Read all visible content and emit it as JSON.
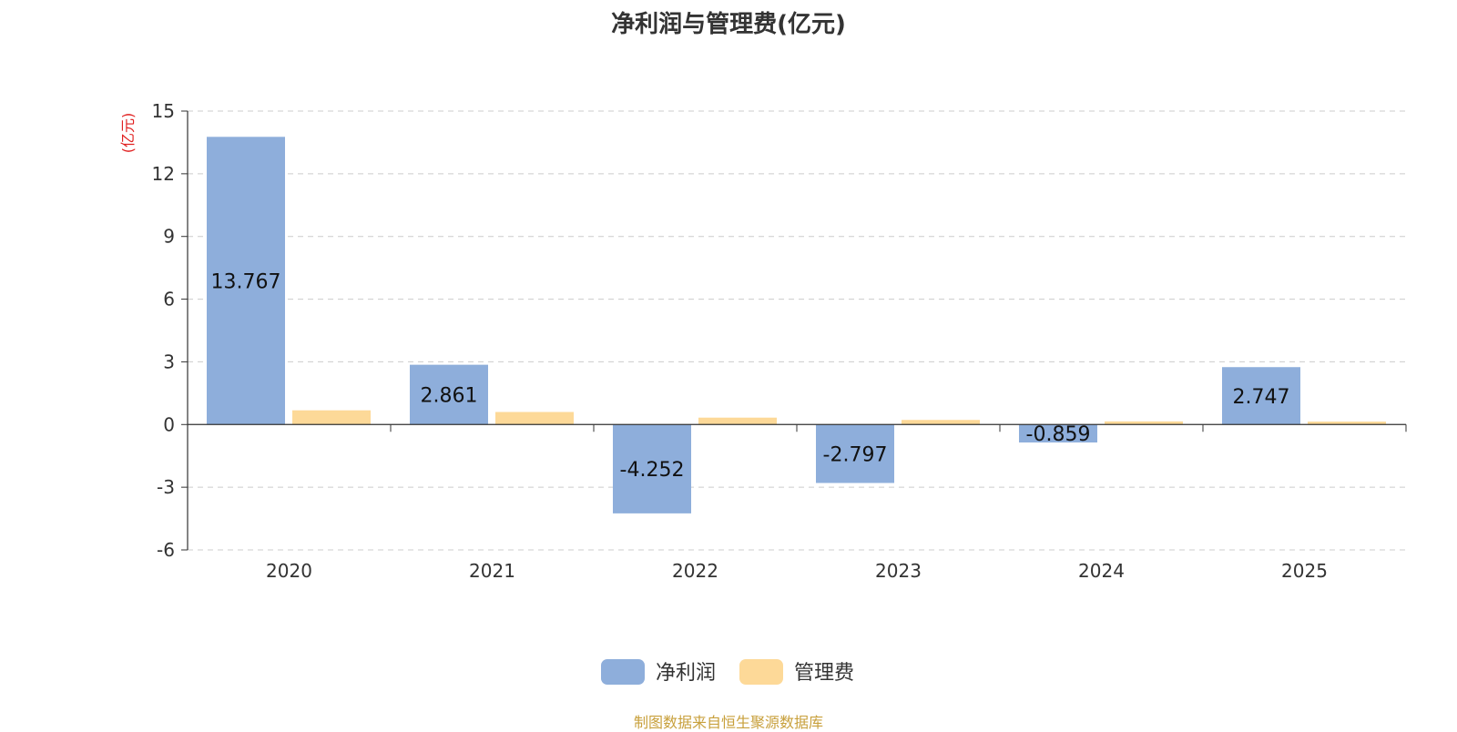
{
  "chart_data": {
    "type": "bar",
    "title": "净利润与管理费(亿元)",
    "ylabel": "(亿元)",
    "categories": [
      "2020",
      "2021",
      "2022",
      "2023",
      "2024",
      "2025"
    ],
    "series": [
      {
        "name": "净利润",
        "color": "#8eaedb",
        "values": [
          13.767,
          2.861,
          -4.252,
          -2.797,
          -0.859,
          2.747
        ],
        "labels": [
          "13.767",
          "2.861",
          "-4.252",
          "-2.797",
          "-0.859",
          "2.747"
        ]
      },
      {
        "name": "管理费",
        "color": "#fdd998",
        "values": [
          0.68,
          0.6,
          0.33,
          0.22,
          0.15,
          0.14
        ]
      }
    ],
    "ylim": [
      -6,
      15
    ],
    "yticks": [
      -6,
      -3,
      0,
      3,
      6,
      9,
      12,
      15
    ],
    "grid": true,
    "legend": "bottom-center",
    "source": "制图数据来自恒生聚源数据库"
  }
}
